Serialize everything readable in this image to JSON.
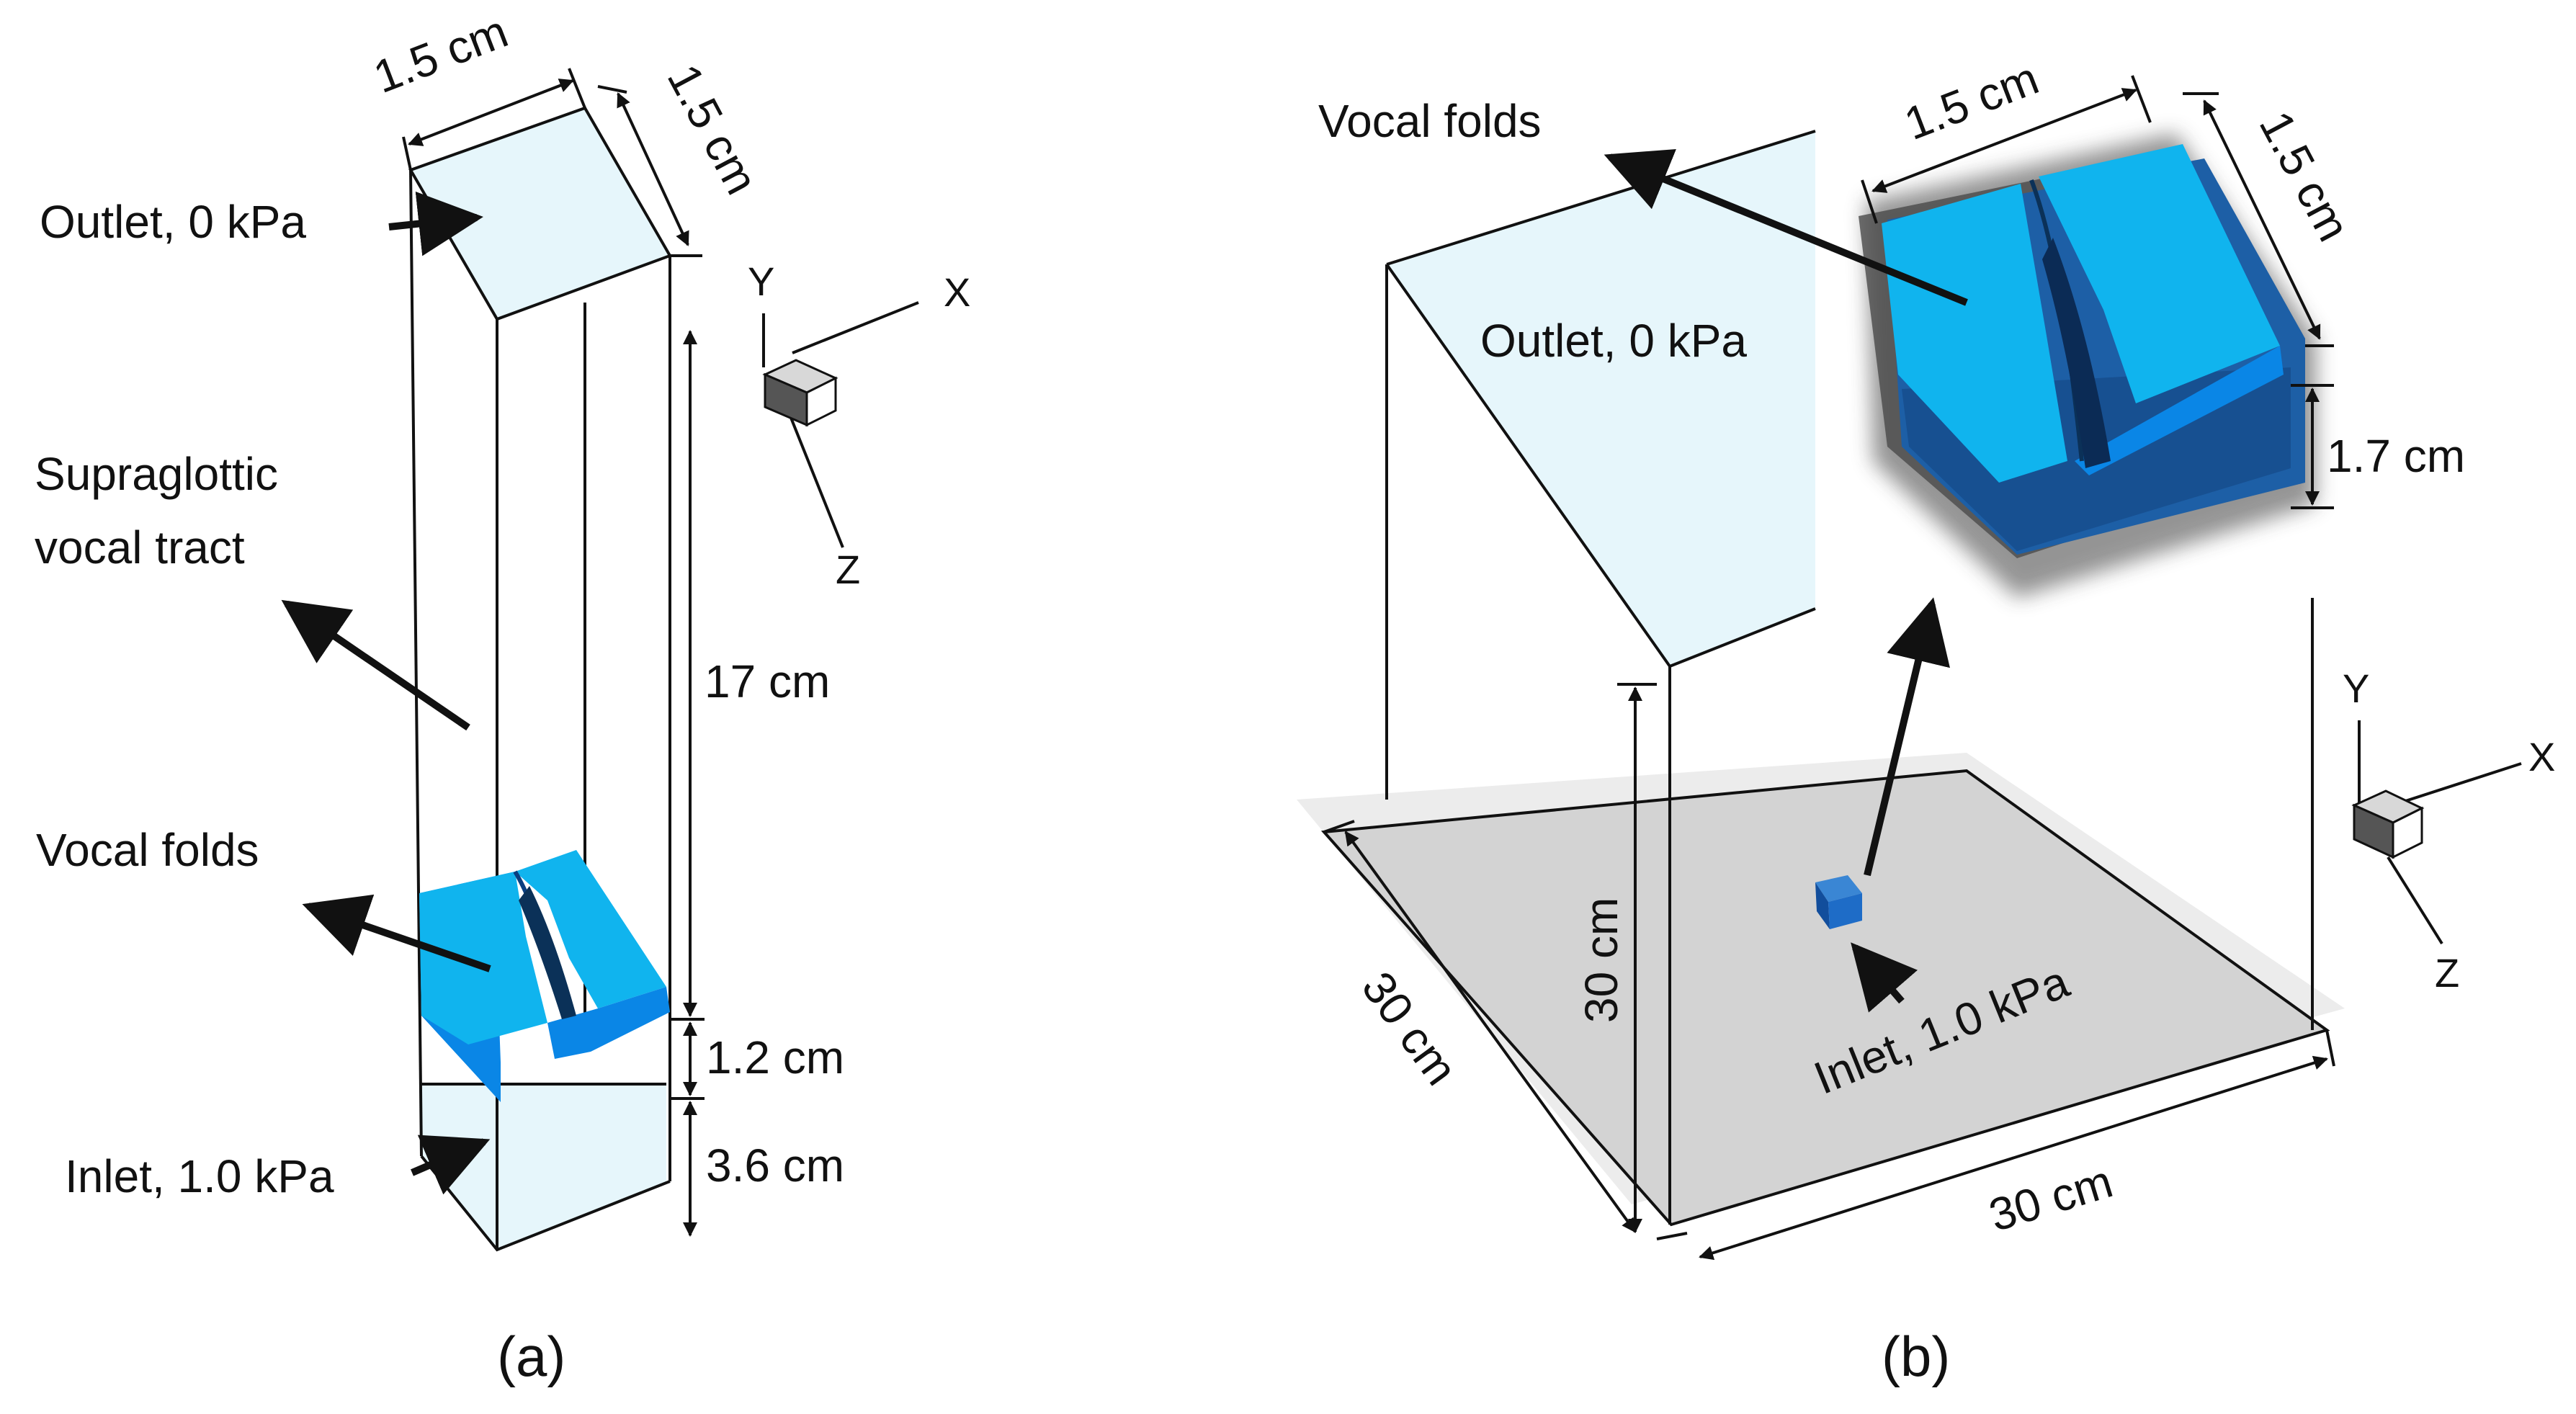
{
  "panel_a": {
    "caption": "(a)",
    "outlet_label": "Outlet, 0 kPa",
    "inlet_label": "Inlet, 1.0 kPa",
    "tract_label_line1": "Supraglottic",
    "tract_label_line2": "vocal tract",
    "folds_label": "Vocal folds",
    "dim_width": "1.5 cm",
    "dim_depth": "1.5 cm",
    "dim_tract": "17 cm",
    "dim_folds": "1.2 cm",
    "dim_inlet": "3.6 cm",
    "axes": {
      "x": "X",
      "y": "Y",
      "z": "Z"
    }
  },
  "panel_b": {
    "caption": "(b)",
    "outlet_label": "Outlet, 0 kPa",
    "inlet_label": "Inlet, 1.0 kPa",
    "folds_label": "Vocal folds",
    "dim_inset_width": "1.5 cm",
    "dim_inset_depth": "1.5 cm",
    "dim_inset_height": "1.7 cm",
    "dim_height": "30 cm",
    "dim_depth": "30 cm",
    "dim_width": "30 cm",
    "axes": {
      "x": "X",
      "y": "Y",
      "z": "Z"
    }
  },
  "colors": {
    "fold_blue": "#10b4ee",
    "fold_blue_dark": "#0a86e6",
    "outlet_fill": "#e6f6fb",
    "floor_gray": "#d3d3d3",
    "line": "#111111"
  }
}
